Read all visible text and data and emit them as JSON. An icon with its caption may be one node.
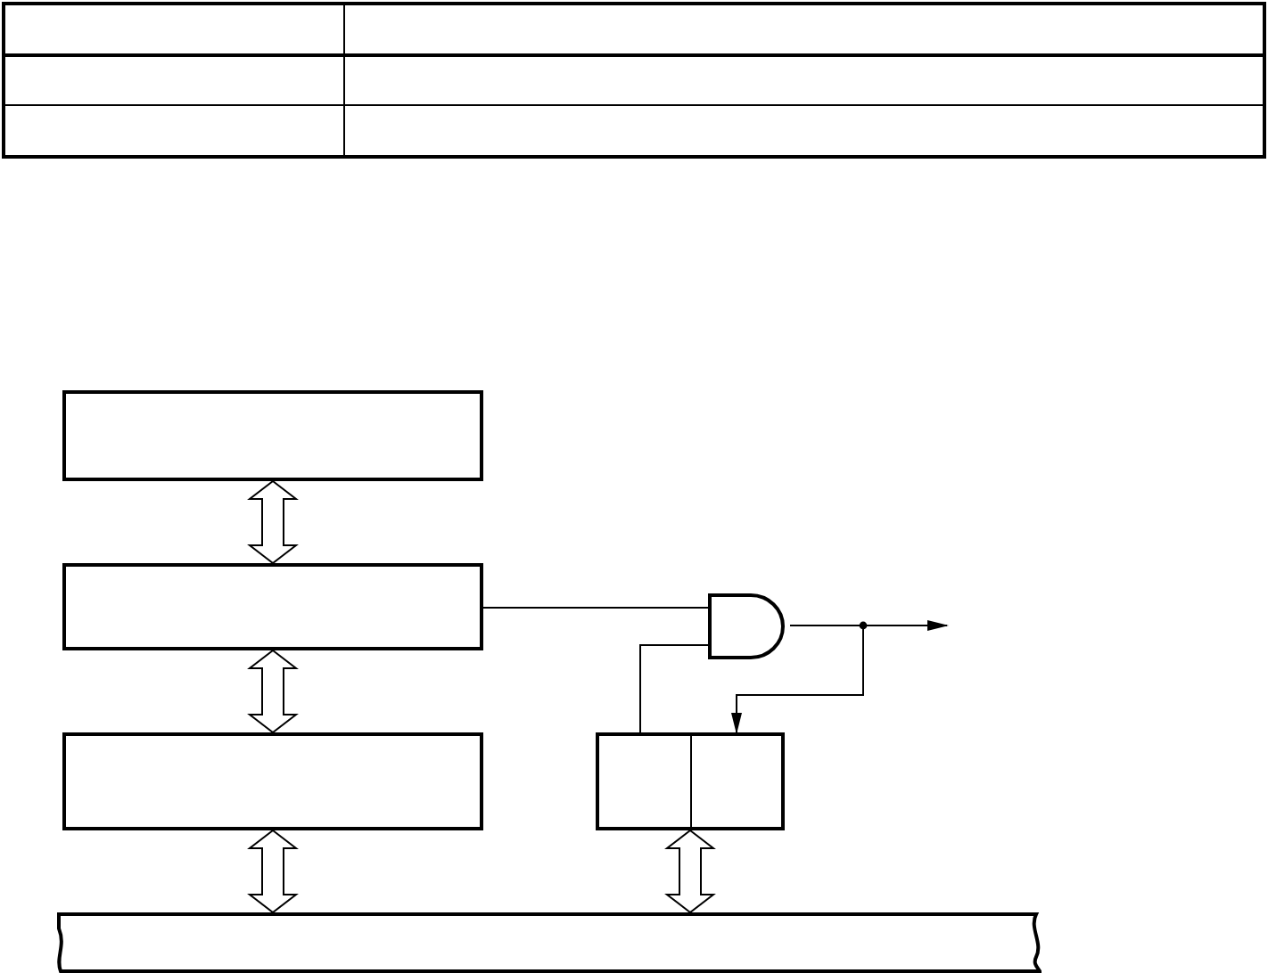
{
  "diagram": {
    "nodes": [
      {
        "text": [],
        "shape": "box"
      },
      {
        "text": [],
        "shape": "box"
      },
      {
        "text": [],
        "shape": "box"
      },
      {
        "text": [],
        "shape": "gate"
      },
      {
        "text": [],
        "shape": "box"
      },
      {
        "text": [],
        "shape": "bar"
      }
    ],
    "edges": [
      {
        "from": 0,
        "to": 1,
        "arrow": "both"
      },
      {
        "from": 1,
        "to": 2,
        "arrow": "both"
      },
      {
        "from": 2,
        "to": 5,
        "arrow": "both"
      },
      {
        "from": 4,
        "to": 5,
        "arrow": "both"
      },
      {
        "from": 1,
        "to": 3,
        "arrow": "none"
      },
      {
        "from": 4,
        "to": 3,
        "arrow": "none"
      },
      {
        "from": 3,
        "to": null,
        "arrow": "to"
      },
      {
        "from": 3,
        "to": 4,
        "arrow": "to"
      }
    ]
  }
}
